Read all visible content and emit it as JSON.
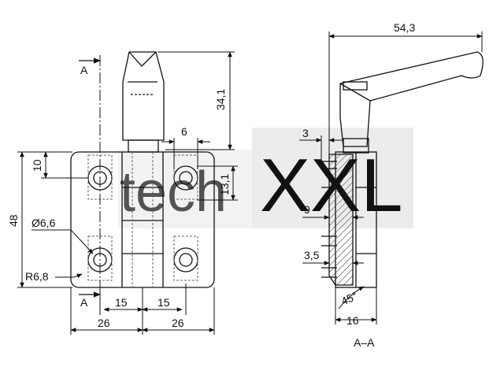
{
  "watermark": {
    "text_left": "tech",
    "text_right": "XXL"
  },
  "front_view": {
    "section_marker": "A",
    "dims": {
      "top_height": "34,1",
      "hole_spacing_top": "6",
      "edge_to_hole": "10",
      "hole_height": "13,1",
      "overall_height": "48",
      "hole_diameter": "Ø6,6",
      "corner_radius": "R6,8",
      "offset_left": "15",
      "offset_right": "15",
      "half_width_left": "26",
      "half_width_right": "26"
    }
  },
  "section_view": {
    "title": "A–A",
    "dims": {
      "overall_width": "54,3",
      "top_offset": "3",
      "depth": "9",
      "recess": "3,5",
      "angle": "45°",
      "thickness": "16"
    }
  },
  "colors": {
    "line": "#111111",
    "watermark": "#d9d9d9",
    "hatch": "#333333",
    "dash": "#666666"
  }
}
